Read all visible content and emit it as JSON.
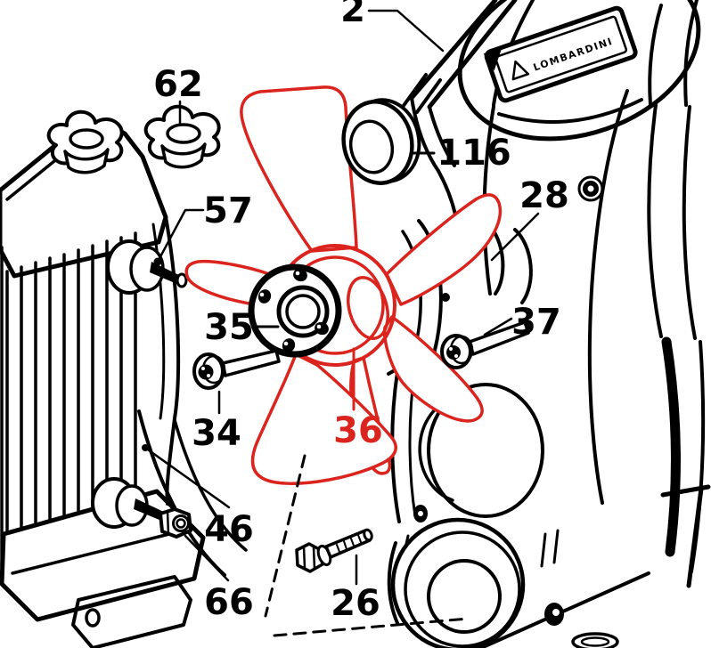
{
  "diagram": {
    "brand_plate_text": "LOMBARDINI",
    "colors": {
      "highlight_red": "#da241d",
      "line_black": "#000000",
      "background": "#ffffff"
    },
    "part_labels": {
      "p2": "2",
      "p62": "62",
      "p116": "116",
      "p28": "28",
      "p57": "57",
      "p35": "35",
      "p37": "37",
      "p34": "34",
      "p36": "36",
      "p46": "46",
      "p66": "66",
      "p26": "26"
    }
  }
}
